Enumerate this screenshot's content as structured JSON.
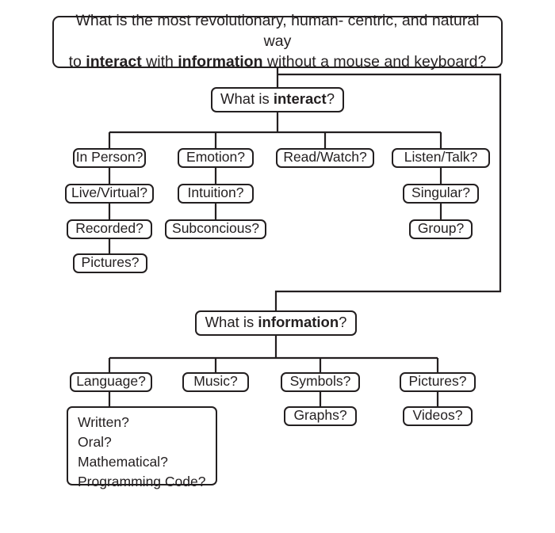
{
  "diagram": {
    "title_text_plain": "What is the most revolutionary, human- centric, and natural way to interact with information without a mouse and keyboard?",
    "root": {
      "line1_a": "What is the most revolutionary, human- centric, and natural way",
      "line2_a": "to ",
      "line2_bold1": "interact",
      "line2_b": " with ",
      "line2_bold2": "information",
      "line2_c": " without a mouse and keyboard?"
    },
    "branch_interact": {
      "header_pre": "What is ",
      "header_bold": "interact",
      "header_post": "?",
      "children": [
        {
          "label": "In Person?",
          "descendants": [
            "Live/Virtual?",
            "Recorded?",
            "Pictures?"
          ]
        },
        {
          "label": "Emotion?",
          "descendants": [
            "Intuition?",
            "Subconcious?"
          ]
        },
        {
          "label": "Read/Watch?",
          "descendants": []
        },
        {
          "label": "Listen/Talk?",
          "descendants": [
            "Singular?",
            "Group?"
          ]
        }
      ]
    },
    "branch_information": {
      "header_pre": "What is ",
      "header_bold": "information",
      "header_post": "?",
      "children": [
        {
          "label": "Language?",
          "detail_list": [
            "Written?",
            "Oral?",
            "Mathematical?",
            "Programming Code?"
          ]
        },
        {
          "label": "Music?",
          "descendants": []
        },
        {
          "label": "Symbols?",
          "descendants": [
            "Graphs?"
          ]
        },
        {
          "label": "Pictures?",
          "descendants": [
            "Videos?"
          ]
        }
      ]
    },
    "nodes": {
      "in_person": "In Person?",
      "live_virtual": "Live/Virtual?",
      "recorded": "Recorded?",
      "pictures_top": "Pictures?",
      "emotion": "Emotion?",
      "intuition": "Intuition?",
      "subconcious": "Subconcious?",
      "read_watch": "Read/Watch?",
      "listen_talk": "Listen/Talk?",
      "singular": "Singular?",
      "group": "Group?",
      "language": "Language?",
      "music": "Music?",
      "symbols": "Symbols?",
      "pictures_bottom": "Pictures?",
      "graphs": "Graphs?",
      "videos": "Videos?",
      "written": "Written?",
      "oral": "Oral?",
      "mathematical": "Mathematical?",
      "programming_code": "Programming Code?"
    },
    "colors": {
      "stroke": "#231f20",
      "background": "#ffffff",
      "text": "#231f20"
    }
  }
}
